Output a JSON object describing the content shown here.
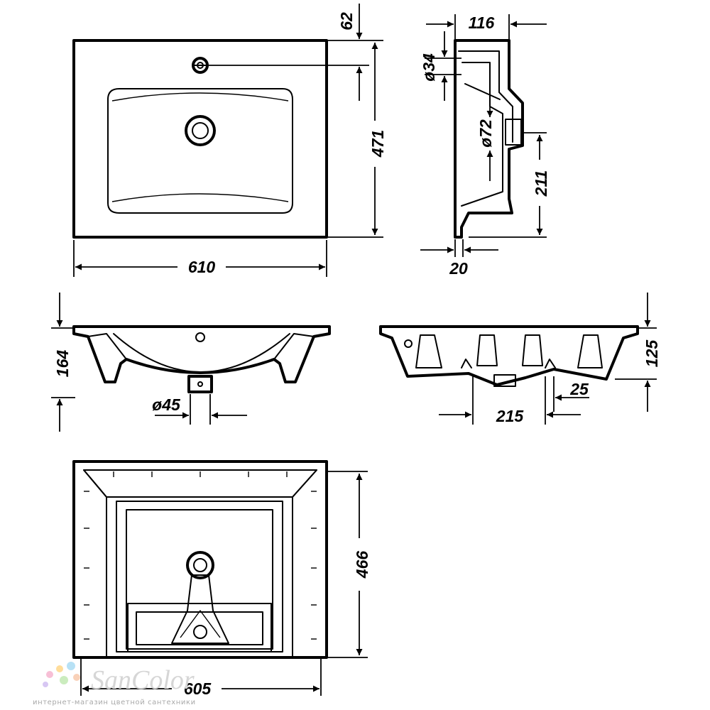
{
  "dimensions": {
    "top_width": "610",
    "top_depth": "471",
    "tap_hole_offset": "62",
    "side_depth": "116",
    "tap_hole_diameter": "ø34",
    "overflow_diameter": "ø72",
    "side_height": "211",
    "rim_thickness": "20",
    "front_height": "164",
    "drain_diameter": "ø45",
    "rear_height": "125",
    "support_spacing": "215",
    "support_width": "25",
    "bottom_depth": "466",
    "bottom_width": "605"
  },
  "watermark": {
    "brand": "SanColor",
    "tagline": "интернет-магазин цветной сантехники",
    "dot_colors": [
      "#f4a9c8",
      "#ffd27a",
      "#9fd7f2",
      "#c9b4ef",
      "#b9e6a8",
      "#f7c1a0"
    ]
  }
}
